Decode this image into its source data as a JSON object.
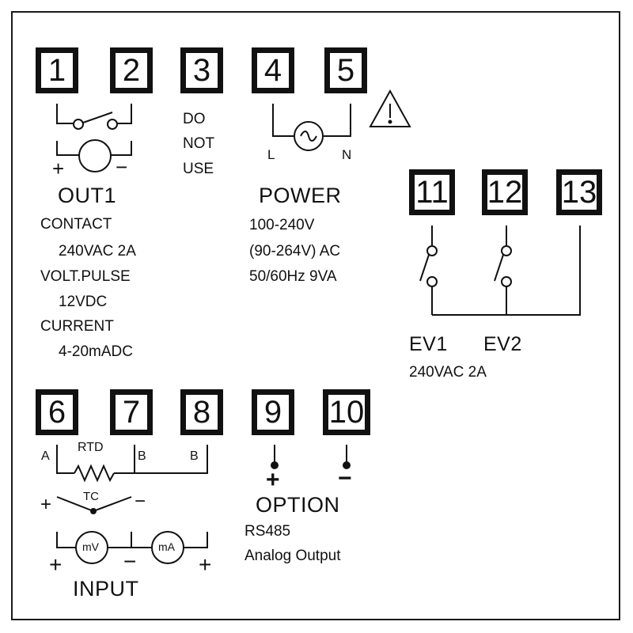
{
  "terminals": [
    {
      "id": "t1",
      "label": "1"
    },
    {
      "id": "t2",
      "label": "2"
    },
    {
      "id": "t3",
      "label": "3"
    },
    {
      "id": "t4",
      "label": "4"
    },
    {
      "id": "t5",
      "label": "5"
    },
    {
      "id": "t11",
      "label": "11"
    },
    {
      "id": "t12",
      "label": "12"
    },
    {
      "id": "t13",
      "label": "13"
    },
    {
      "id": "t6",
      "label": "6"
    },
    {
      "id": "t7",
      "label": "7"
    },
    {
      "id": "t8",
      "label": "8"
    },
    {
      "id": "t9",
      "label": "9"
    },
    {
      "id": "t10",
      "label": "10"
    }
  ],
  "out1": {
    "plus": "+",
    "minus": "−",
    "title": "OUT1",
    "lines": [
      "CONTACT",
      "240VAC 2A",
      "VOLT.PULSE",
      "12VDC",
      "CURRENT",
      "4-20mADC"
    ]
  },
  "do_not_use": [
    "DO",
    "NOT",
    "USE"
  ],
  "power": {
    "l_label": "L",
    "n_label": "N",
    "title": "POWER",
    "lines": [
      "100-240V",
      "(90-264V) AC",
      "50/60Hz 9VA"
    ]
  },
  "events": {
    "ev1": "EV1",
    "ev2": "EV2",
    "rating": "240VAC 2A"
  },
  "input": {
    "a_label": "A",
    "rtd_label": "RTD",
    "b_label_1": "B",
    "b_label_2": "B",
    "tc_label": "TC",
    "tc_plus": "+",
    "tc_minus": "−",
    "mv_label": "mV",
    "ma_label": "mA",
    "plus_1": "+",
    "minus_1": "−",
    "plus_2": "+",
    "title": "INPUT"
  },
  "option": {
    "plus": "+",
    "minus": "−",
    "title": "OPTION",
    "lines": [
      "RS485",
      "Analog Output"
    ]
  }
}
